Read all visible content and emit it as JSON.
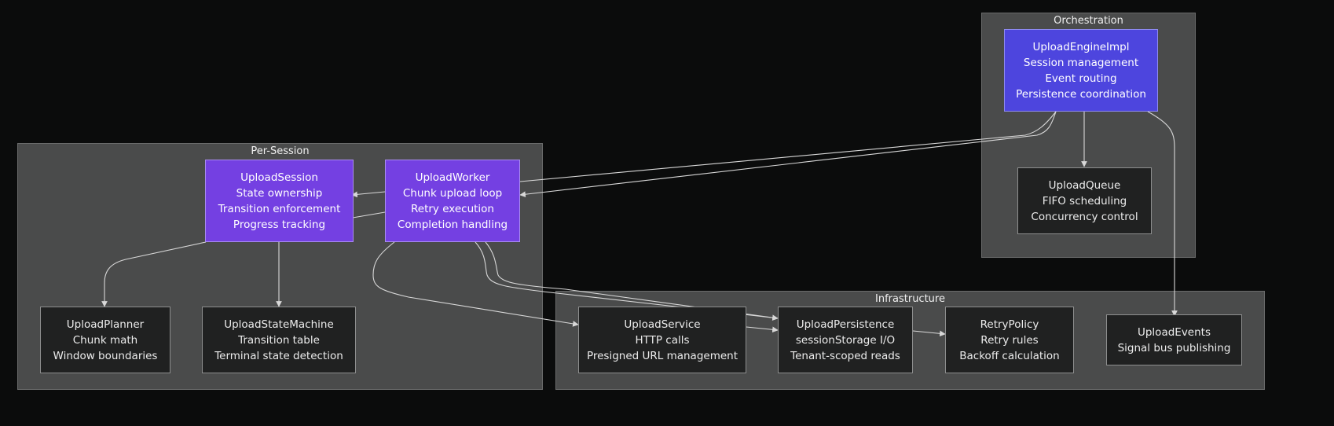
{
  "clusters": {
    "orchestration": {
      "title": "Orchestration"
    },
    "per_session": {
      "title": "Per-Session"
    },
    "infrastructure": {
      "title": "Infrastructure"
    }
  },
  "nodes": {
    "upload_engine_impl": [
      "UploadEngineImpl",
      "Session management",
      "Event routing",
      "Persistence coordination"
    ],
    "upload_queue": [
      "UploadQueue",
      "FIFO scheduling",
      "Concurrency control"
    ],
    "upload_session": [
      "UploadSession",
      "State ownership",
      "Transition enforcement",
      "Progress tracking"
    ],
    "upload_worker": [
      "UploadWorker",
      "Chunk upload loop",
      "Retry execution",
      "Completion handling"
    ],
    "upload_planner": [
      "UploadPlanner",
      "Chunk math",
      "Window boundaries"
    ],
    "upload_state_machine": [
      "UploadStateMachine",
      "Transition table",
      "Terminal state detection"
    ],
    "upload_service": [
      "UploadService",
      "HTTP calls",
      "Presigned URL management"
    ],
    "upload_persistence": [
      "UploadPersistence",
      "sessionStorage I/O",
      "Tenant-scoped reads"
    ],
    "retry_policy": [
      "RetryPolicy",
      "Retry rules",
      "Backoff calculation"
    ],
    "upload_events": [
      "UploadEvents",
      "Signal bus publishing"
    ]
  },
  "colors": {
    "background": "#0b0c0c",
    "cluster_fill": "#4a4b4b",
    "node_dark": "#202121",
    "node_purple": "#7440e2",
    "node_indigo": "#4d45de",
    "edge": "#d8d8d8"
  }
}
